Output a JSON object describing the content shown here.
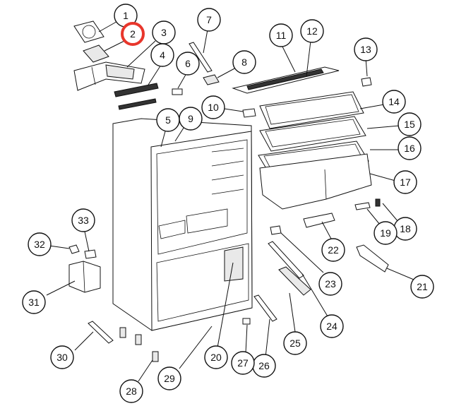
{
  "highlight_color": "#e8362c",
  "highlighted_callout": "2",
  "callouts": [
    {
      "label": "1"
    },
    {
      "label": "2"
    },
    {
      "label": "3"
    },
    {
      "label": "4"
    },
    {
      "label": "5"
    },
    {
      "label": "6"
    },
    {
      "label": "7"
    },
    {
      "label": "8"
    },
    {
      "label": "9"
    },
    {
      "label": "10"
    },
    {
      "label": "11"
    },
    {
      "label": "12"
    },
    {
      "label": "13"
    },
    {
      "label": "14"
    },
    {
      "label": "15"
    },
    {
      "label": "16"
    },
    {
      "label": "17"
    },
    {
      "label": "18"
    },
    {
      "label": "19"
    },
    {
      "label": "20"
    },
    {
      "label": "21"
    },
    {
      "label": "22"
    },
    {
      "label": "23"
    },
    {
      "label": "24"
    },
    {
      "label": "25"
    },
    {
      "label": "26"
    },
    {
      "label": "27"
    },
    {
      "label": "28"
    },
    {
      "label": "29"
    },
    {
      "label": "30"
    },
    {
      "label": "31"
    },
    {
      "label": "32"
    },
    {
      "label": "33"
    }
  ]
}
